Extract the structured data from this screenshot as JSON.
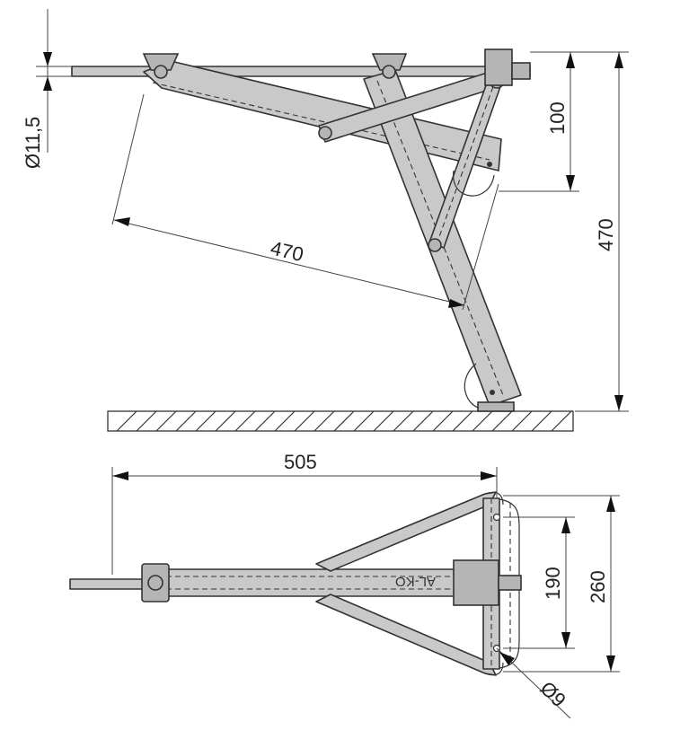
{
  "dimensions": {
    "rod_diameter": "Ø11,5",
    "vertical_offset": "100",
    "total_height": "470",
    "leg_length": "470",
    "base_length": "505",
    "inner_width": "190",
    "outer_width": "260",
    "hole_diameter": "Ø9"
  },
  "brand_marking": "AL-KO",
  "colors": {
    "metal": "#c9c9c9",
    "outline": "#333333",
    "background": "#ffffff"
  }
}
